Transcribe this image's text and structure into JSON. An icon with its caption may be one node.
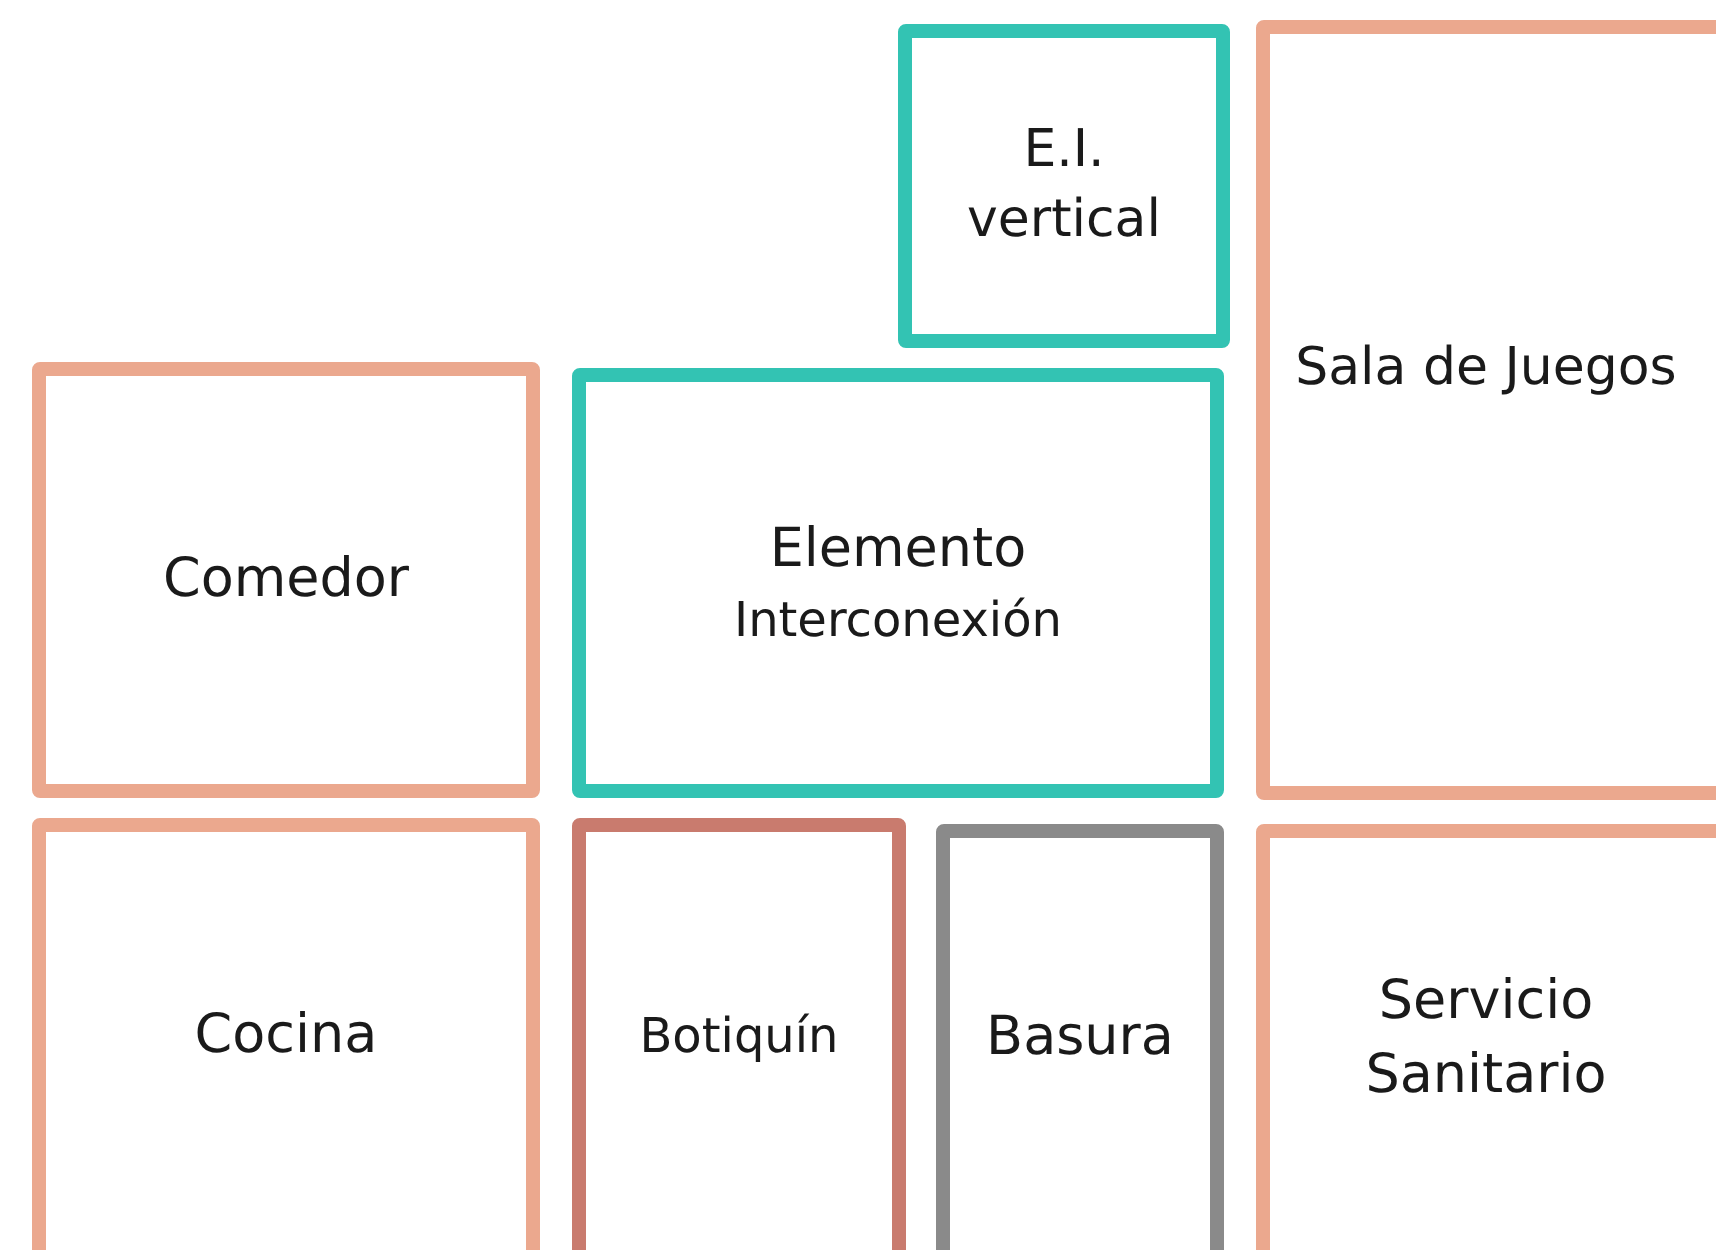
{
  "diagram": {
    "nodes": [
      {
        "text": [
          "E.I. vertical"
        ]
      },
      {
        "text": [
          "Sala de Juegos"
        ]
      },
      {
        "text": [
          "Comedor"
        ]
      },
      {
        "text": [
          "Elemento",
          "Interconexión"
        ]
      },
      {
        "text": [
          "Cocina"
        ]
      },
      {
        "text": [
          "Botiquín"
        ]
      },
      {
        "text": [
          "Basura"
        ]
      },
      {
        "text": [
          "Servicio Sanitario"
        ]
      }
    ]
  }
}
